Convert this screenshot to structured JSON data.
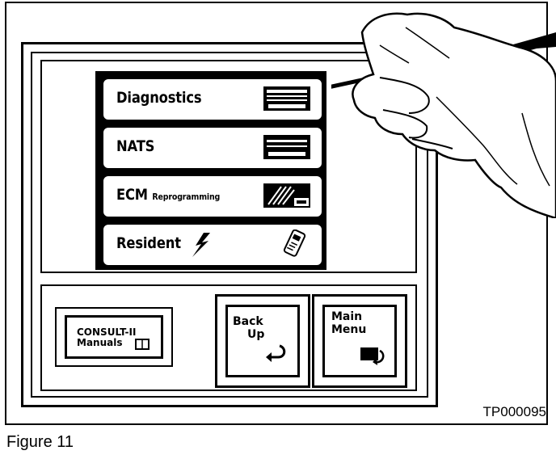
{
  "menu": {
    "items": [
      {
        "label": "Diagnostics",
        "icon": "keyboard-icon"
      },
      {
        "label": "NATS",
        "icon": "keyboard-icon"
      },
      {
        "label": "ECM",
        "label_suffix": "Reprogramming",
        "icon": "ecm-chip-icon"
      },
      {
        "label": "Resident",
        "icon": "lightning-icon"
      }
    ]
  },
  "manuals_button": {
    "line1": "CONSULT-II",
    "line2": "Manuals"
  },
  "back_button": {
    "line1": "Back",
    "line2": "Up"
  },
  "main_button": {
    "line1": "Main",
    "line2": "Menu"
  },
  "figure_id": "TP000095",
  "caption": "Figure 11"
}
